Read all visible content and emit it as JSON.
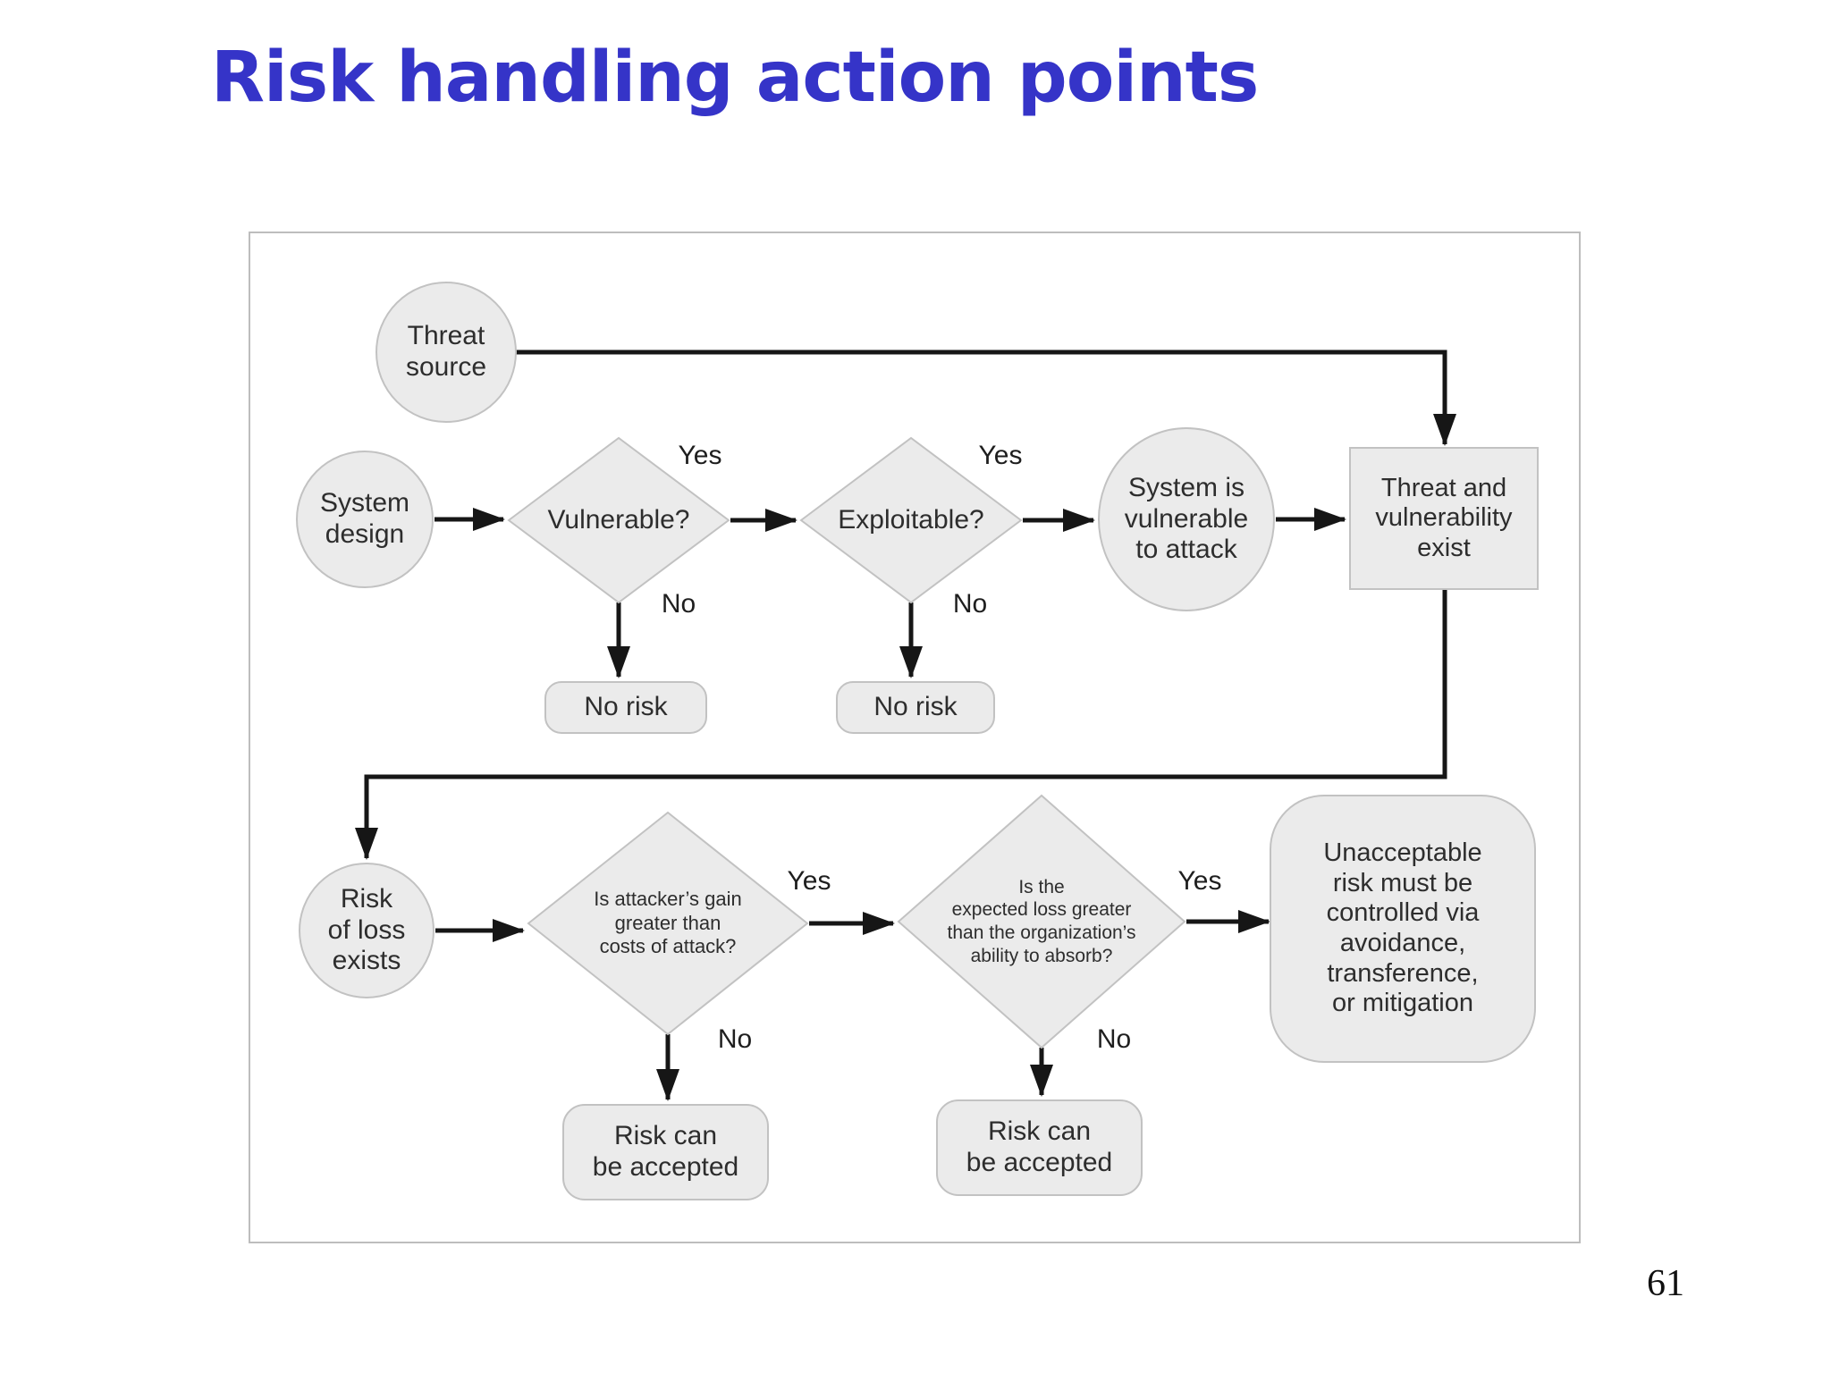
{
  "slide": {
    "title": "Risk handling action points",
    "page_number": "61"
  },
  "colors": {
    "title_text": "#3534c8",
    "node_fill": "#ebebeb",
    "node_border": "#c2c2c2",
    "connector": "#161616",
    "node_text": "#2d2d2d",
    "panel_border": "#bdbdbd"
  },
  "flowchart": {
    "nodes": {
      "threat_source": {
        "shape": "circle",
        "label": "Threat\nsource"
      },
      "system_design": {
        "shape": "circle",
        "label": "System\ndesign"
      },
      "vulnerable": {
        "shape": "diamond",
        "label": "Vulnerable?"
      },
      "exploitable": {
        "shape": "diamond",
        "label": "Exploitable?"
      },
      "system_vulnerable": {
        "shape": "ellipse",
        "label": "System is\nvulnerable\nto attack"
      },
      "threat_vuln_exist": {
        "shape": "rectangle",
        "label": "Threat and\nvulnerability\nexist"
      },
      "no_risk_1": {
        "shape": "rounded-rect",
        "label": "No risk"
      },
      "no_risk_2": {
        "shape": "rounded-rect",
        "label": "No risk"
      },
      "risk_of_loss": {
        "shape": "circle",
        "label": "Risk\nof loss\nexists"
      },
      "attacker_gain": {
        "shape": "diamond",
        "label": "Is attacker’s gain\ngreater than\ncosts of attack?"
      },
      "expected_loss": {
        "shape": "diamond",
        "label": "Is the\nexpected loss greater\nthan the organization’s\nability to absorb?"
      },
      "unacceptable": {
        "shape": "rounded-rect",
        "label": "Unacceptable\nrisk must be\ncontrolled via\navoidance,\ntransference,\nor mitigation"
      },
      "risk_accepted_1": {
        "shape": "rounded-rect",
        "label": "Risk can\nbe accepted"
      },
      "risk_accepted_2": {
        "shape": "rounded-rect",
        "label": "Risk can\nbe accepted"
      }
    },
    "edge_labels": {
      "vulnerable_yes": "Yes",
      "vulnerable_no": "No",
      "exploitable_yes": "Yes",
      "exploitable_no": "No",
      "attacker_gain_yes": "Yes",
      "attacker_gain_no": "No",
      "expected_loss_yes": "Yes",
      "expected_loss_no": "No"
    }
  }
}
